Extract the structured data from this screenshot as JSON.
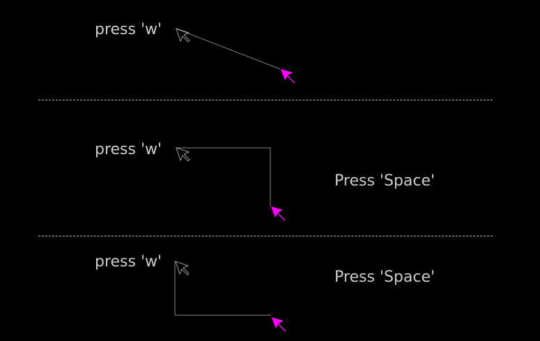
{
  "panels": [
    {
      "instruction": "press 'w'",
      "hint": ""
    },
    {
      "instruction": "press 'w'",
      "hint": "Press 'Space'"
    },
    {
      "instruction": "press 'w'",
      "hint": "Press 'Space'"
    }
  ],
  "colors": {
    "background": "#000000",
    "text": "#cccccc",
    "path": "#8a8a8a",
    "ghost_cursor": "#9a9a9a",
    "active_cursor": "#ff00ff",
    "divider": "#bbbbbb"
  },
  "icons": {
    "start_cursor": "ghost-arrow-cursor-icon",
    "end_cursor": "magenta-arrow-cursor-icon"
  }
}
